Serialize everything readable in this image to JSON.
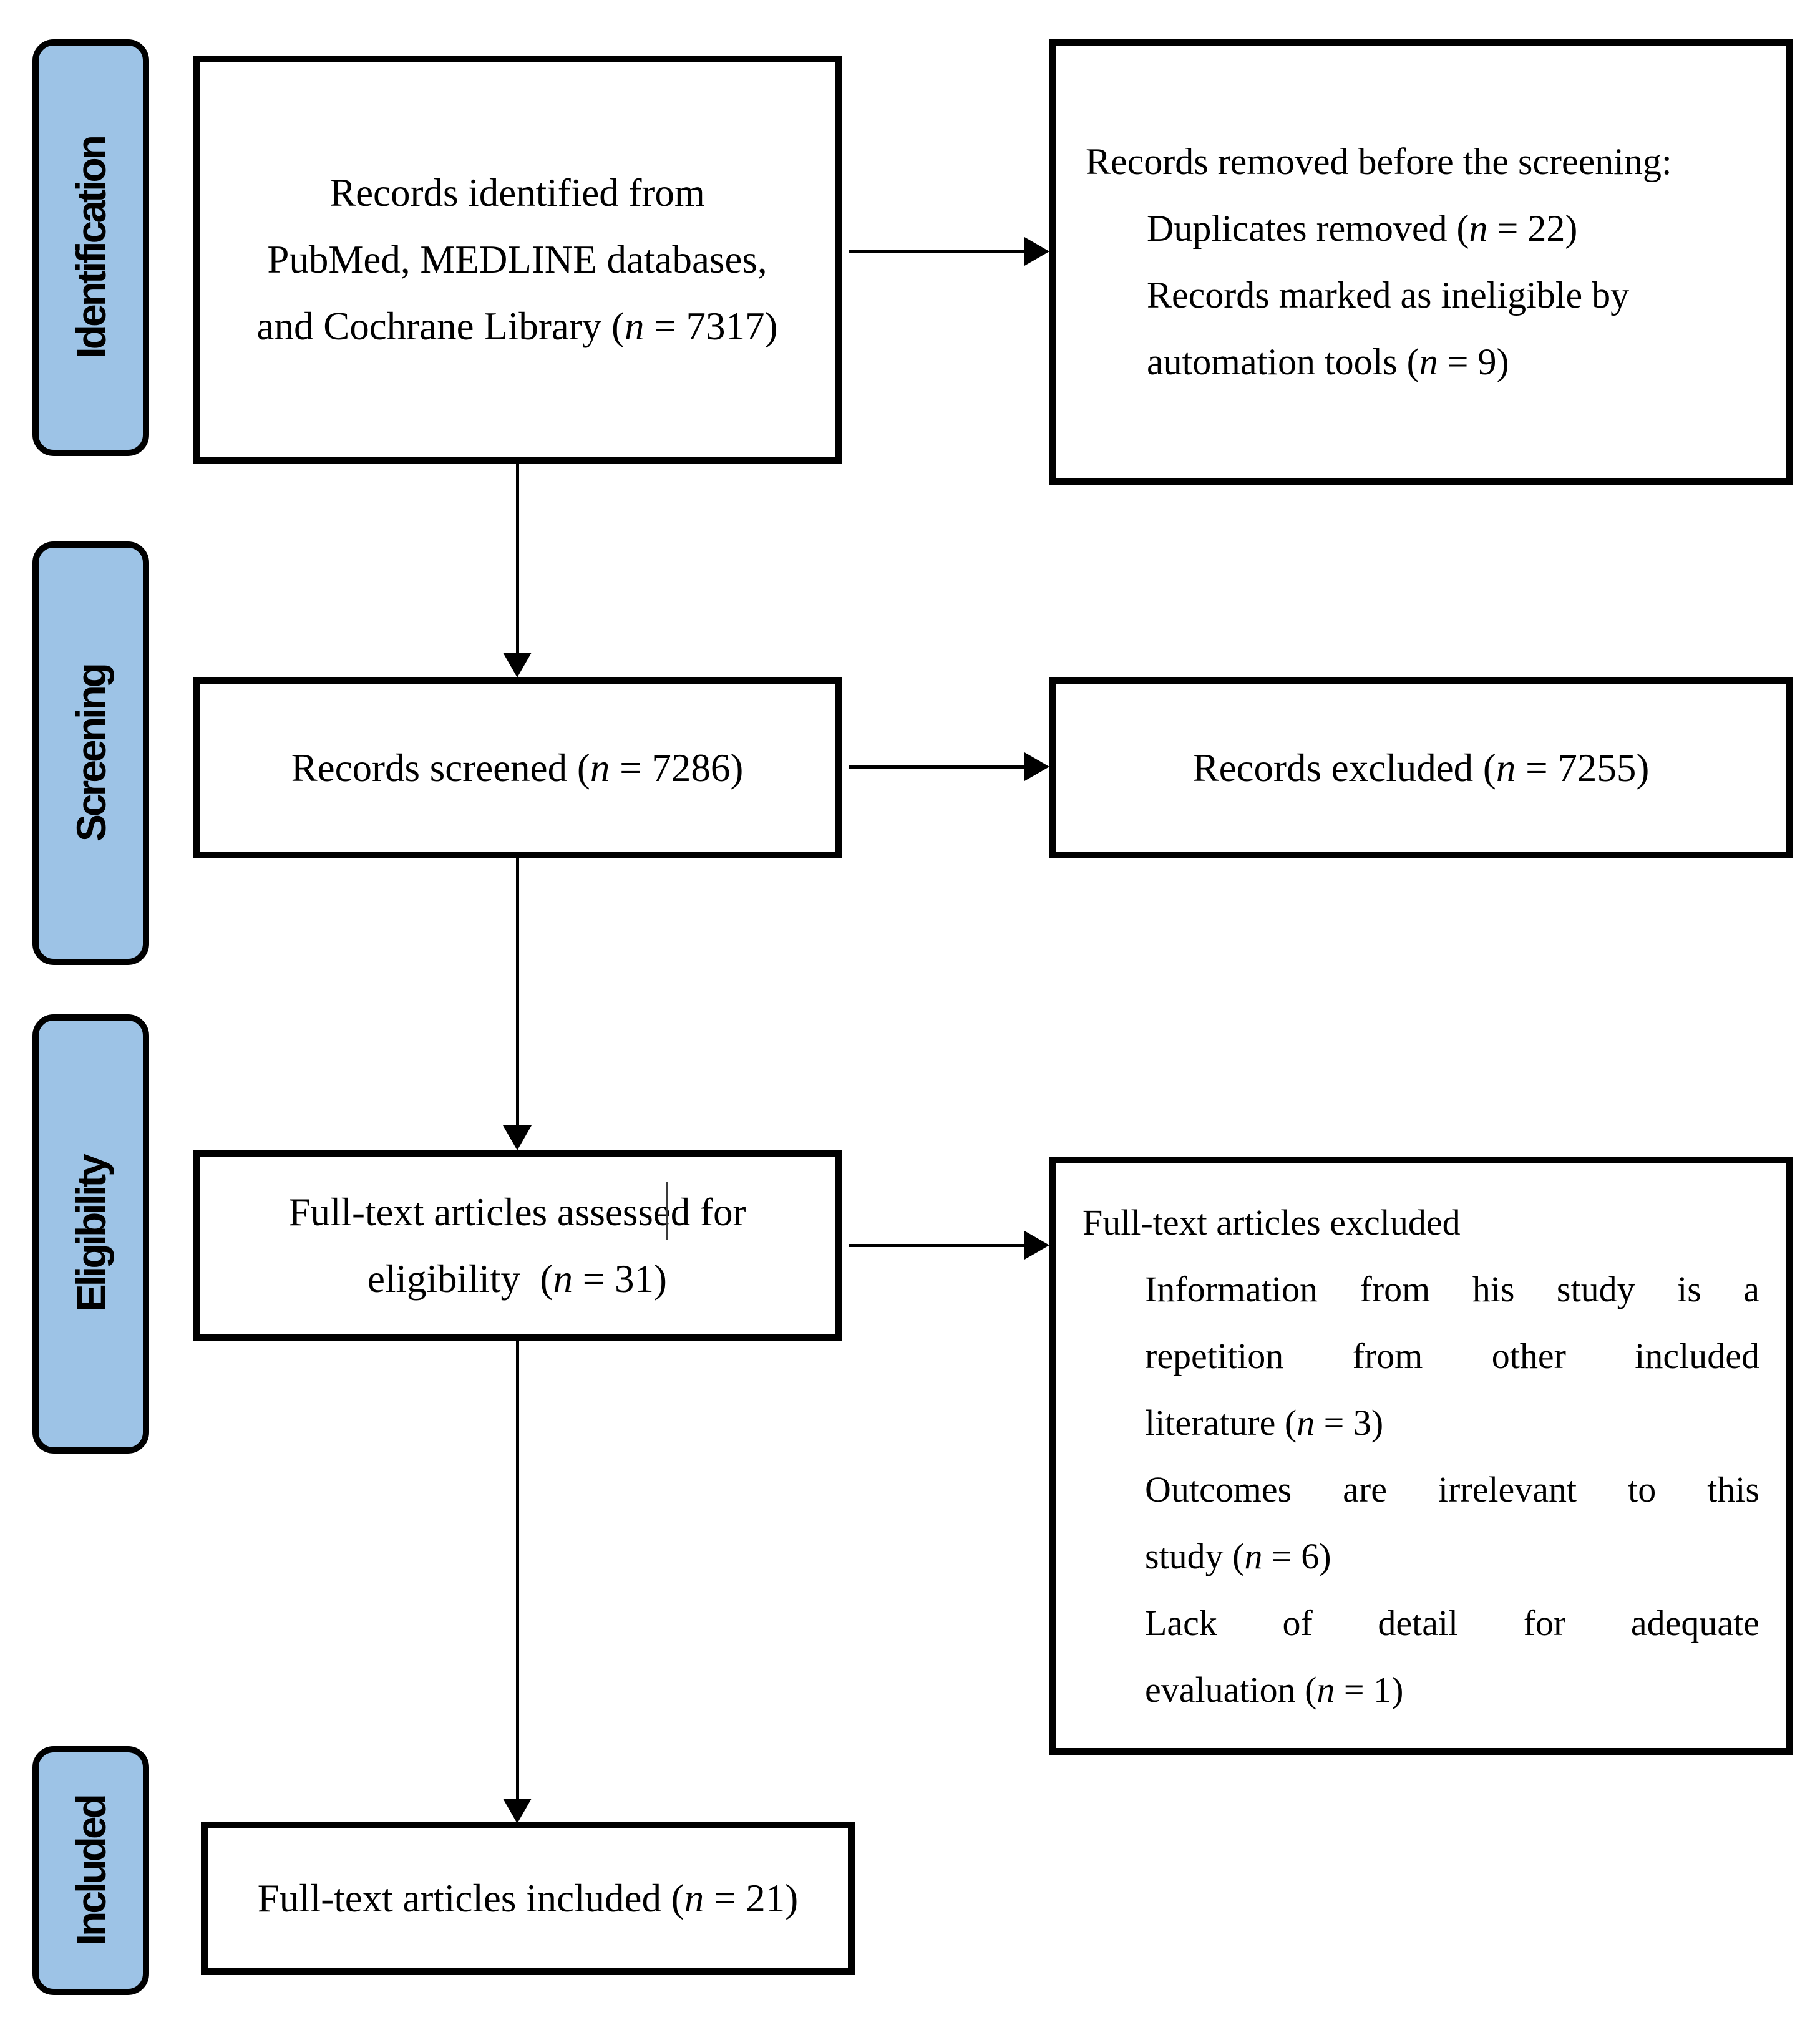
{
  "colors": {
    "stage_fill": "#9DC3E6",
    "border": "#000000",
    "background": "#FFFFFF",
    "text": "#000000"
  },
  "stages": [
    {
      "label": "Identification"
    },
    {
      "label": "Screening"
    },
    {
      "label": "Eligibility"
    },
    {
      "label": "Included"
    }
  ],
  "boxes": {
    "records_identified": {
      "lines": [
        "Records identified from",
        "PubMed, MEDLINE databases,",
        "and Cochrane Library (n = 7317)"
      ]
    },
    "records_removed": {
      "header": "Records removed before the screening:",
      "items": [
        "Duplicates removed (n = 22)",
        "Records marked as ineligible by",
        "automation tools (n = 9)"
      ]
    },
    "records_screened": {
      "text": "Records screened (n = 7286)"
    },
    "records_excluded": {
      "text": "Records excluded (n = 7255)"
    },
    "fulltext_assessed": {
      "lines": [
        "Full-text articles assessed for",
        "eligibility  (n = 31)"
      ]
    },
    "fulltext_excluded": {
      "header": "Full-text articles excluded",
      "items": [
        "Information from his study is a",
        "repetition from other included",
        "literature (n = 3)",
        "Outcomes are irrelevant to this",
        "study (n = 6)",
        "Lack of detail for adequate",
        "evaluation (n = 1)"
      ]
    },
    "fulltext_included": {
      "text": "Full-text articles included (n = 21)"
    }
  }
}
